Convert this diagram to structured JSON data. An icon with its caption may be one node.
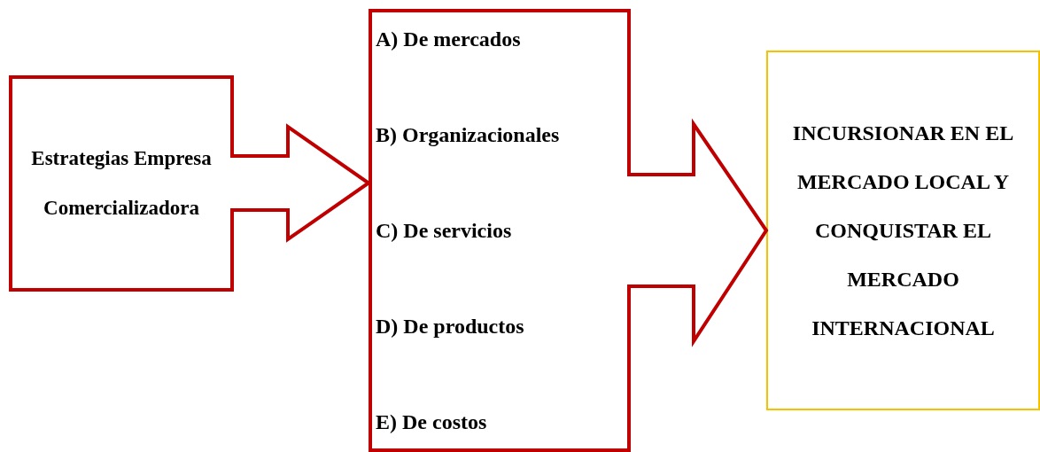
{
  "diagram": {
    "nodes": [
      {
        "text": [
          "Estrategias Empresa Comercializadora"
        ]
      },
      {
        "text": [
          "A) De mercados",
          "B) Organizacionales",
          "C) De servicios",
          "D) De productos",
          "E) De costos"
        ]
      },
      {
        "text": [
          "INCURSIONAR EN EL MERCADO LOCAL Y CONQUISTAR EL MERCADO INTERNACIONAL"
        ]
      }
    ],
    "edges": [
      {
        "from": 0,
        "to": 1,
        "arrow": "to"
      },
      {
        "from": 1,
        "to": 2,
        "arrow": "to"
      }
    ]
  }
}
